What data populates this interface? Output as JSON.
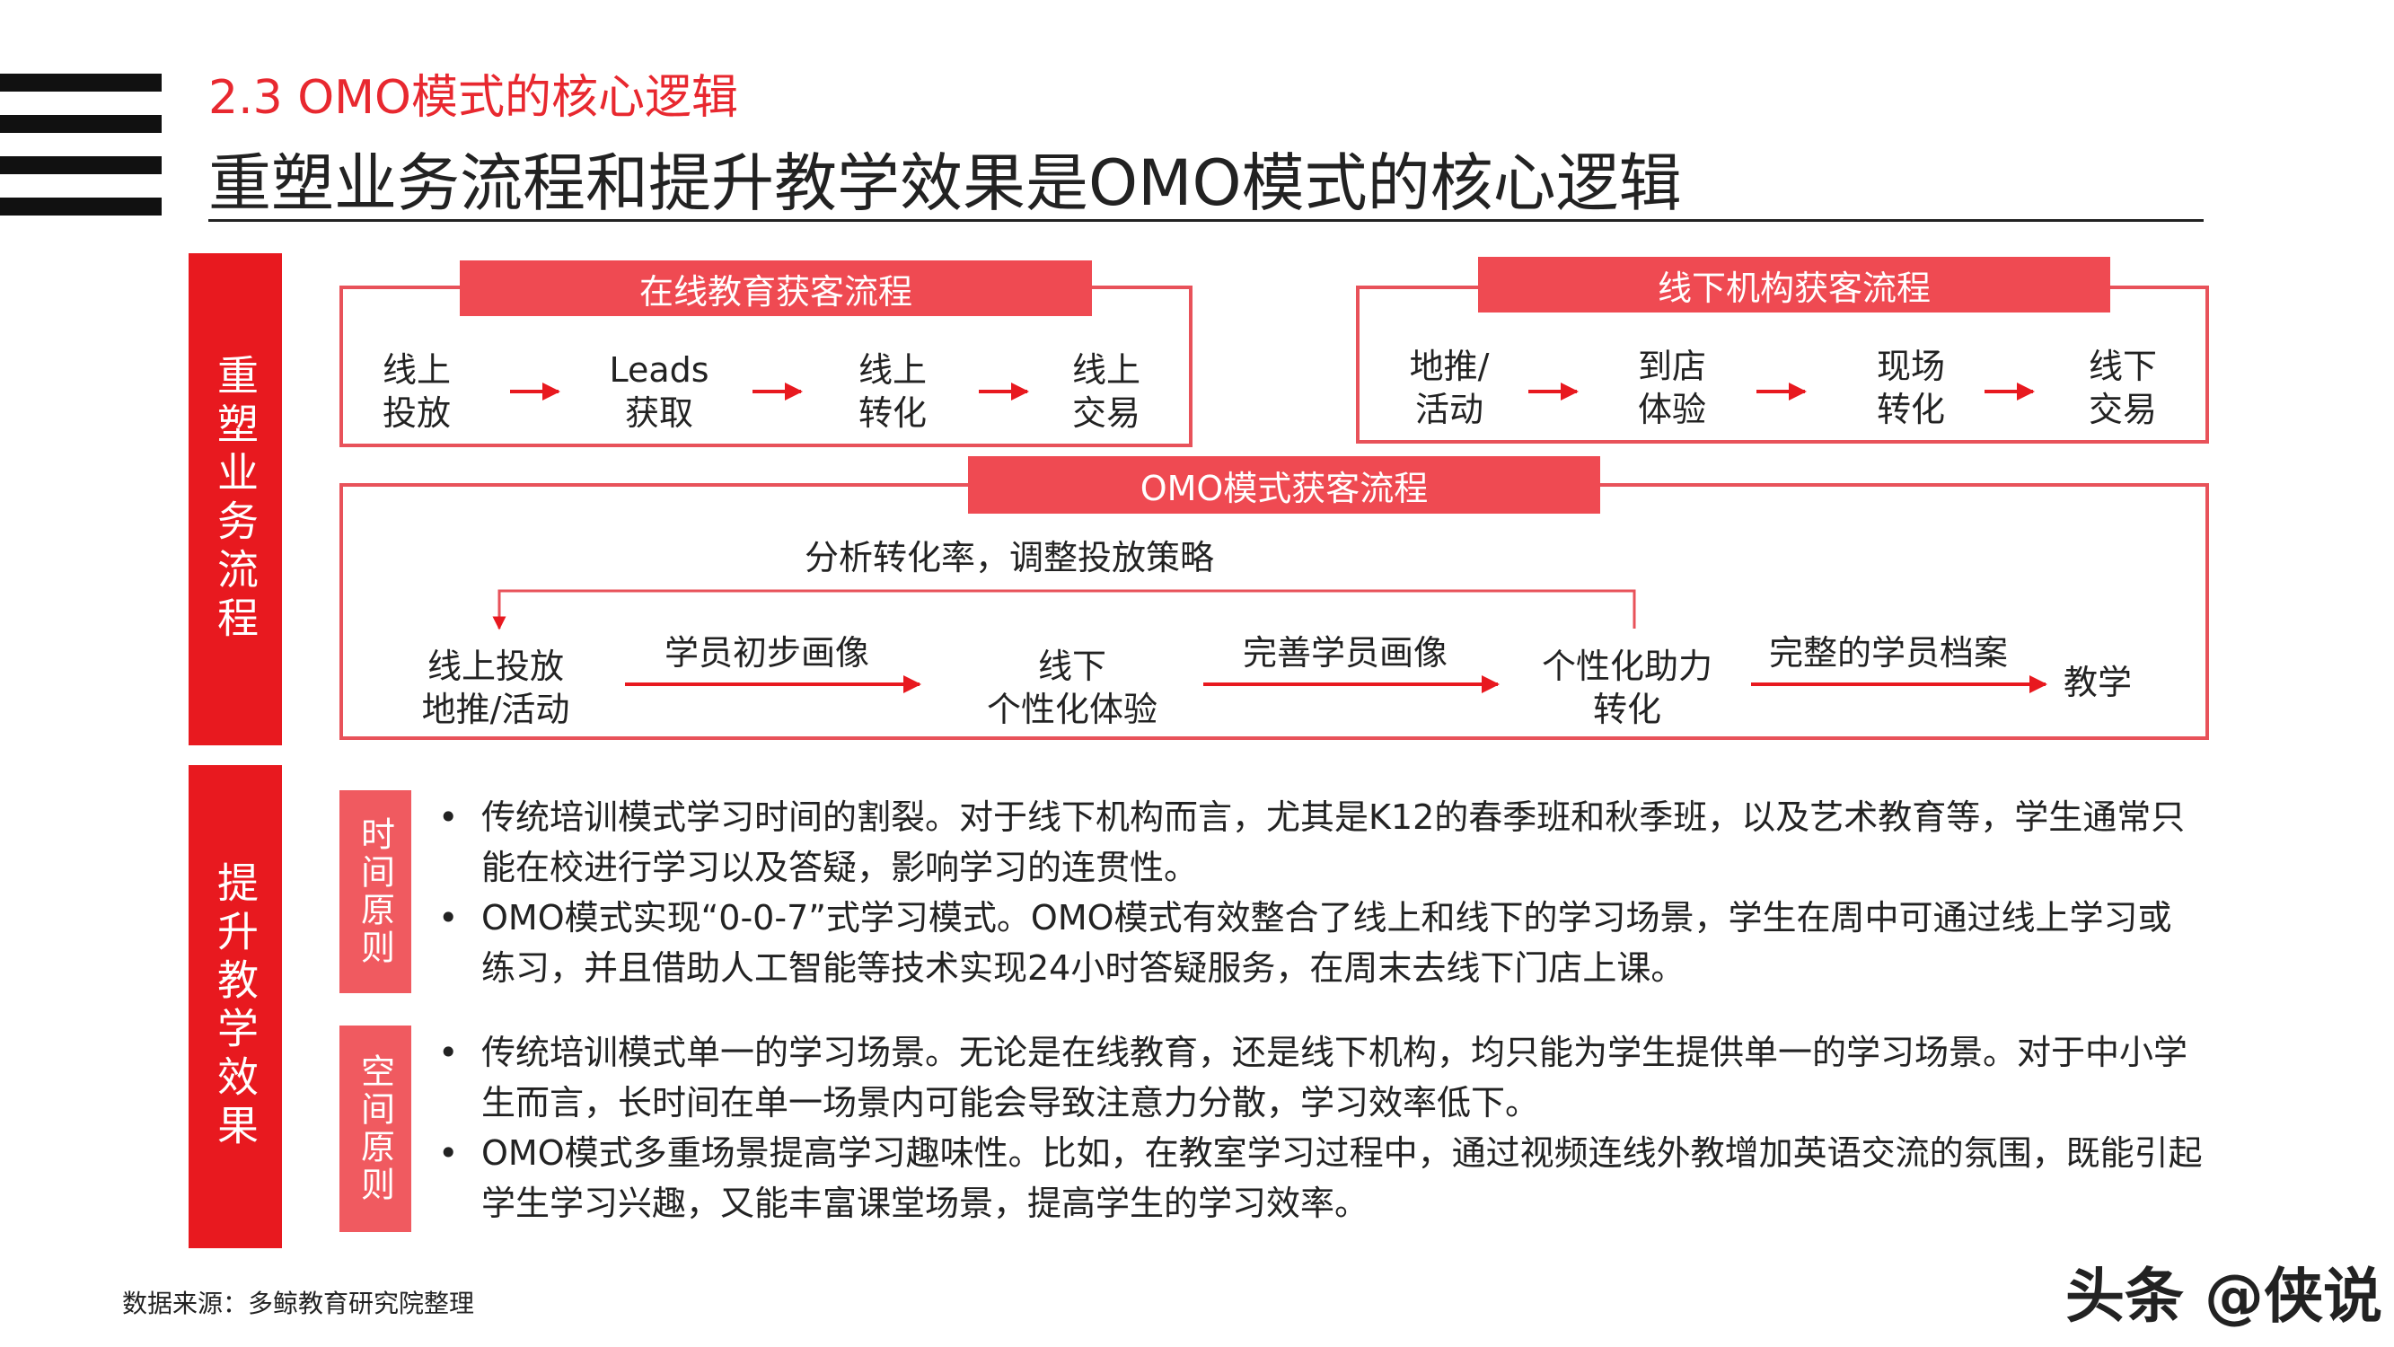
{
  "header": {
    "section_title": "2.3 OMO模式的核心逻辑",
    "main_title": "重塑业务流程和提升教学效果是OMO模式的核心逻辑"
  },
  "side_labels": {
    "reshape": "重塑业务流程",
    "improve": "提升教学效果"
  },
  "online_flow": {
    "title": "在线教育获客流程",
    "steps": [
      {
        "line1": "线上",
        "line2": "投放"
      },
      {
        "line1": "Leads",
        "line2": "获取"
      },
      {
        "line1": "线上",
        "line2": "转化"
      },
      {
        "line1": "线上",
        "line2": "交易"
      }
    ]
  },
  "offline_flow": {
    "title": "线下机构获客流程",
    "steps": [
      {
        "line1": "地推/",
        "line2": "活动"
      },
      {
        "line1": "到店",
        "line2": "体验"
      },
      {
        "line1": "现场",
        "line2": "转化"
      },
      {
        "line1": "线下",
        "line2": "交易"
      }
    ]
  },
  "omo_flow": {
    "title": "OMO模式获客流程",
    "feedback_label": "分析转化率，调整投放策略",
    "nodes": [
      {
        "line1": "线上投放",
        "line2": "地推/活动"
      },
      {
        "line1": "线下",
        "line2": "个性化体验"
      },
      {
        "line1": "个性化助力",
        "line2": "转化"
      },
      {
        "line1": "教学",
        "line2": ""
      }
    ],
    "edges": [
      "学员初步画像",
      "完善学员画像",
      "完整的学员档案"
    ]
  },
  "principles": {
    "time": {
      "tag": "时间原则",
      "bullets": [
        "传统培训模式学习时间的割裂。对于线下机构而言，尤其是K12的春季班和秋季班，以及艺术教育等，学生通常只能在校进行学习以及答疑，影响学习的连贯性。",
        "OMO模式实现“0-0-7”式学习模式。OMO模式有效整合了线上和线下的学习场景，学生在周中可通过线上学习或练习，并且借助人工智能等技术实现24小时答疑服务，在周末去线下门店上课。"
      ]
    },
    "space": {
      "tag": "空间原则",
      "bullets": [
        "传统培训模式单一的学习场景。无论是在线教育，还是线下机构，均只能为学生提供单一的学习场景。对于中小学生而言，长时间在单一场景内可能会导致注意力分散，学习效率低下。",
        "OMO模式多重场景提高学习趣味性。比如，在教室学习过程中，通过视频连线外教增加英语交流的氛围，既能引起学生学习兴趣，又能丰富课堂场景，提高学生的学习效率。"
      ]
    }
  },
  "footer": {
    "source": "数据来源：多鲸教育研究院整理",
    "watermark": "头条 @侠说"
  },
  "colors": {
    "accent": "#e8191f",
    "header_fill": "#ef4a52",
    "box_border": "#e8525a",
    "arrow": "#e8191f"
  }
}
